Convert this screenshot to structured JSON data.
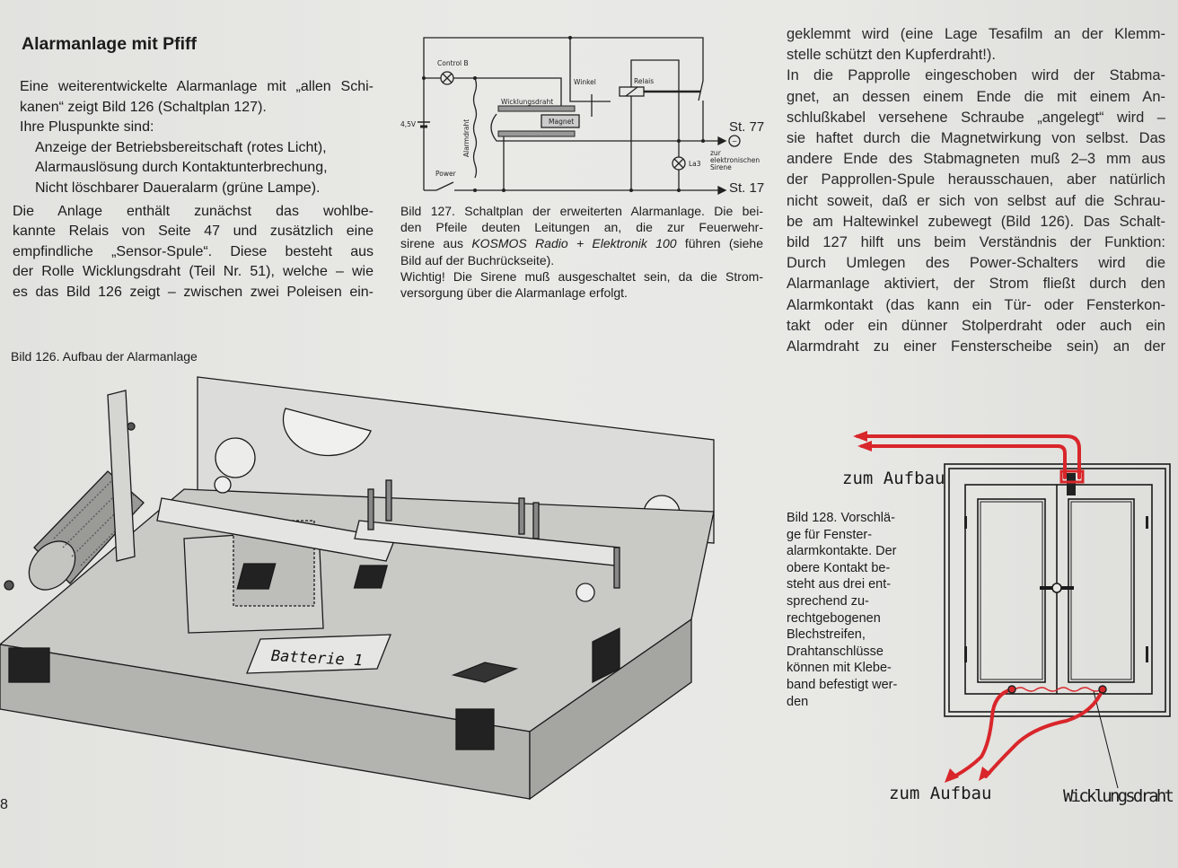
{
  "left": {
    "title": "Alarmanlage mit Pfiff",
    "p1": [
      "Eine weiterentwickelte Alarmanlage mit „allen Schi-",
      "kanen“ zeigt Bild 126 (Schaltplan 127).",
      "Ihre Pluspunkte sind:"
    ],
    "list": [
      "Anzeige der Betriebsbereitschaft (rotes Licht),",
      "Alarmauslösung durch Kontaktunterbrechung,",
      "Nicht löschbarer Daueralarm (grüne Lampe)."
    ],
    "p2": [
      "Die Anlage enthält zunächst das wohlbe-",
      "kannte Relais von Seite 47 und zusätzlich eine",
      "empfindliche „Sensor-Spule“. Diese besteht aus",
      "der Rolle Wicklungsdraht (Teil Nr. 51), welche – wie",
      "es das Bild 126 zeigt – zwischen zwei Poleisen ein-"
    ]
  },
  "bild127": {
    "caption": [
      "Bild 127. Schaltplan der erweiterten Alarmanlage. Die bei-",
      "den Pfeile deuten Leitungen an, die zur Feuerwehr-"
    ],
    "caption_pre": "sirene aus ",
    "caption_italic": "KOSMOS Radio + Elektronik 100",
    "caption_post": " führen (siehe",
    "caption_rest": [
      "Bild auf der Buchrückseite).",
      "Wichtig! Die Sirene muß ausgeschaltet sein, da die Strom-",
      "versorgung über die Alarmanlage erfolgt."
    ],
    "labels": {
      "control": "Control B",
      "winkel": "Winkel",
      "relais": "Relais",
      "wicklung": "Wicklungsdraht",
      "magnet": "Magnet",
      "battery": "4,5V",
      "alarmdraht": "Alarmdraht",
      "power": "Power",
      "st77": "St. 77",
      "minus": "−",
      "la3": "La3",
      "sirene": [
        "zur",
        "elektronischen",
        "Sirene"
      ],
      "st17": "St. 17"
    }
  },
  "right": {
    "lines": [
      "geklemmt wird (eine Lage Tesafilm an der Klemm-",
      "stelle schützt den Kupferdraht!).",
      "In die Papprolle eingeschoben wird der Stabma-",
      "gnet, an dessen einem Ende die mit einem An-",
      "schlußkabel versehene Schraube „angelegt“ wird –",
      "sie haftet durch die Magnetwirkung von selbst. Das",
      "andere Ende des Stabmagneten muß 2–3 mm aus",
      "der Papprollen-Spule herausschauen, aber natürlich",
      "nicht soweit, daß er sich von selbst auf die Schrau-",
      "be am Haltewinkel zubewegt (Bild 126). Das Schalt-",
      "bild 127 hilft uns beim Verständnis der Funktion:",
      "Durch Umlegen des Power-Schalters wird die",
      "Alarmanlage aktiviert, der Strom fließt durch den",
      "Alarmkontakt (das kann ein Tür- oder Fensterkon-",
      "takt oder ein dünner Stolperdraht oder auch ein",
      "Alarmdraht zu einer Fensterscheibe sein) an der"
    ]
  },
  "bild126": {
    "caption": "Bild 126. Aufbau der Alarmanlage",
    "battery_label": "Batterie 1"
  },
  "bild128": {
    "caption": [
      "Bild 128. Vorschlä-",
      "ge für Fenster-",
      "alarmkontakte. Der",
      "obere Kontakt be-",
      "steht aus drei ent-",
      "sprechend zu-",
      "rechtgebogenen",
      "Blechstreifen,",
      "Drahtanschlüsse",
      "können mit Klebe-",
      "band befestigt wer-",
      "den"
    ],
    "label_top": "zum Aufbau",
    "label_bottom": "zum Aufbau",
    "label_wire": "Wicklungsdraht",
    "wire_color": "#d9262a"
  },
  "page_number": "8"
}
